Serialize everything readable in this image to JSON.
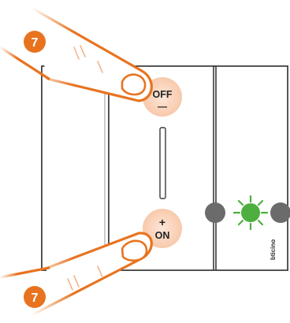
{
  "step_badges": [
    {
      "label": "7"
    },
    {
      "label": "7"
    }
  ],
  "switch_panel": {
    "off_button": {
      "top_label": "OFF",
      "bottom_label": "—"
    },
    "on_button": {
      "top_label": "+",
      "bottom_label": "ON"
    },
    "indicator_state": "on",
    "brand_text": "bticino"
  },
  "colors": {
    "finger_outline": "#e8731f",
    "press_glow": "#fbd9c4",
    "badge_fill": "#e8731f",
    "led_on": "#4caf3e",
    "knob": "#6b6b6b",
    "panel_stroke": "#3a3a3a"
  }
}
